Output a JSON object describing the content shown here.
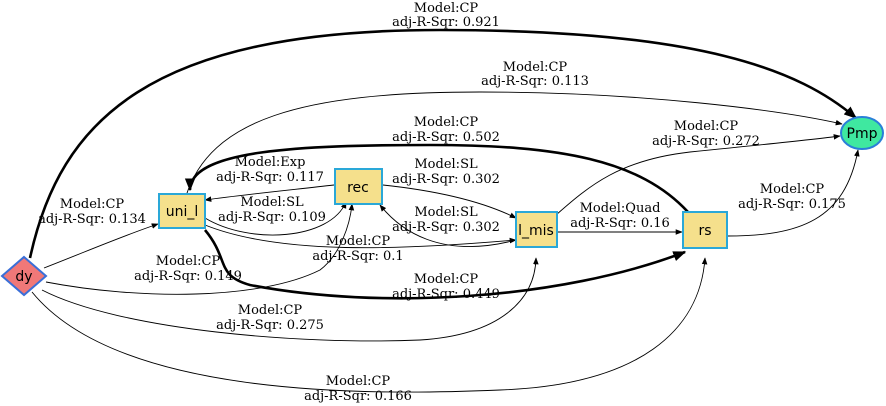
{
  "colors": {
    "box_fill": "#f5e08c",
    "box_stroke": "#2aa8d8",
    "source_fill": "#f07878",
    "source_stroke": "#3a6fd8",
    "target_fill": "#3fe8a0",
    "target_stroke": "#2a7fd8"
  },
  "nodes": {
    "dy": "dy",
    "uni_l": "uni_l",
    "rec": "rec",
    "l_mis": "l_mis",
    "rs": "rs",
    "pmp": "Pmp"
  },
  "edges": {
    "dy_pmp": {
      "model": "Model:CP",
      "fit": "adj-R-Sqr: 0.921"
    },
    "uni_pmp": {
      "model": "Model:CP",
      "fit": "adj-R-Sqr: 0.113"
    },
    "rs_uni": {
      "model": "Model:CP",
      "fit": "adj-R-Sqr: 0.502"
    },
    "lmis_pmp": {
      "model": "Model:CP",
      "fit": "adj-R-Sqr: 0.272"
    },
    "rec_uni": {
      "model": "Model:Exp",
      "fit": "adj-R-Sqr: 0.117"
    },
    "rec_lmis": {
      "model": "Model:SL",
      "fit": "adj-R-Sqr: 0.302"
    },
    "rs_pmp": {
      "model": "Model:CP",
      "fit": "adj-R-Sqr: 0.175"
    },
    "dy_uni": {
      "model": "Model:CP",
      "fit": "adj-R-Sqr: 0.134"
    },
    "uni_rec": {
      "model": "Model:SL",
      "fit": "adj-R-Sqr: 0.109"
    },
    "lmis_rec": {
      "model": "Model:SL",
      "fit": "adj-R-Sqr: 0.302"
    },
    "lmis_rs": {
      "model": "Model:Quad",
      "fit": "adj-R-Sqr: 0.16"
    },
    "uni_lmis": {
      "model": "Model:CP",
      "fit": "adj-R-Sqr: 0.1"
    },
    "dy_rec": {
      "model": "Model:CP",
      "fit": "adj-R-Sqr: 0.149"
    },
    "uni_rs": {
      "model": "Model:CP",
      "fit": "adj-R-Sqr: 0.449"
    },
    "dy_lmis": {
      "model": "Model:CP",
      "fit": "adj-R-Sqr: 0.275"
    },
    "dy_rs": {
      "model": "Model:CP",
      "fit": "adj-R-Sqr: 0.166"
    }
  }
}
